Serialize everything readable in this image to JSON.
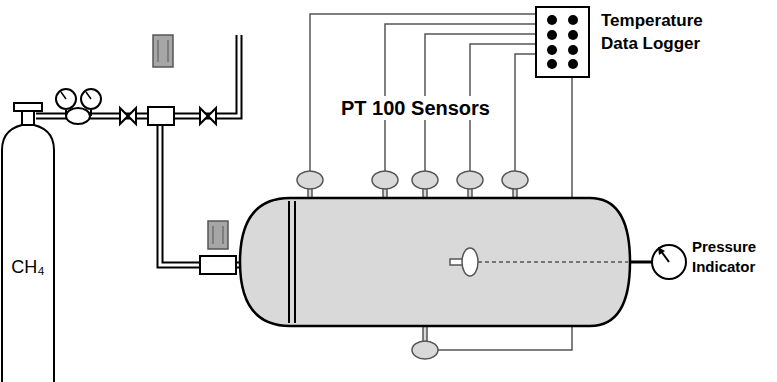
{
  "diagram": {
    "nodes": [
      {
        "text": [
          "CH₄"
        ]
      },
      {
        "text": [
          "Temperature Data Logger"
        ]
      },
      {
        "text": [
          "Pressure Indicator"
        ]
      }
    ],
    "labels": [
      "PT 100 Sensors"
    ]
  }
}
